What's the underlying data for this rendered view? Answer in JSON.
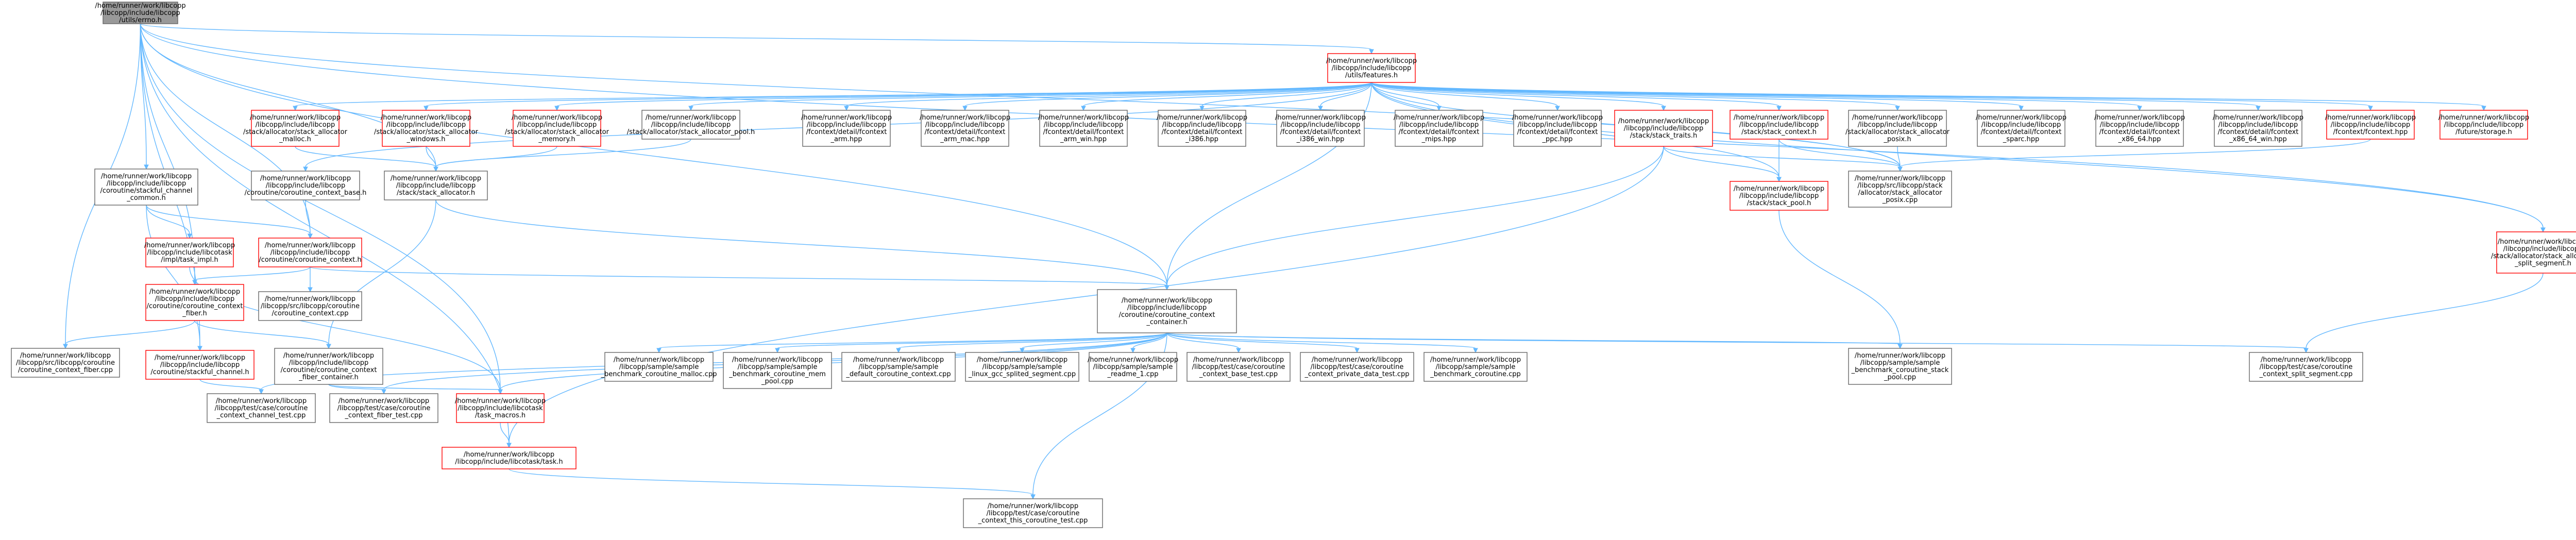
{
  "diagram": {
    "type": "include-dependency-graph",
    "colors": {
      "edge": "#63b8ff",
      "node_border": "#666666",
      "node_border_incomplete": "#ff0000",
      "root_fill": "#999999",
      "node_fill": "#ffffff"
    },
    "nodes": [
      {
        "id": "n0",
        "lines": [
          "/home/runner/work/libcopp",
          "/libcopp/include/libcopp",
          "/utils/errno.h"
        ],
        "style": "root"
      },
      {
        "id": "n1",
        "lines": [
          "/home/runner/work/libcopp",
          "/libcopp/include/libcopp",
          "/utils/features.h"
        ],
        "style": "red"
      },
      {
        "id": "n2",
        "lines": [
          "/home/runner/work/libcopp",
          "/libcopp/include/libcopp",
          "/stack/allocator/stack_allocator",
          "_malloc.h"
        ],
        "style": "red"
      },
      {
        "id": "n3",
        "lines": [
          "/home/runner/work/libcopp",
          "/libcopp/include/libcopp",
          "/stack/allocator/stack_allocator",
          "_windows.h"
        ],
        "style": "red"
      },
      {
        "id": "n4",
        "lines": [
          "/home/runner/work/libcopp",
          "/libcopp/include/libcopp",
          "/stack/allocator/stack_allocator",
          "_memory.h"
        ],
        "style": "red"
      },
      {
        "id": "n5",
        "lines": [
          "/home/runner/work/libcopp",
          "/libcopp/include/libcopp",
          "/stack/allocator/stack_allocator_pool.h"
        ],
        "style": "normal"
      },
      {
        "id": "n6",
        "lines": [
          "/home/runner/work/libcopp",
          "/libcopp/include/libcopp",
          "/fcontext/detail/fcontext",
          "_arm.hpp"
        ],
        "style": "normal"
      },
      {
        "id": "n7",
        "lines": [
          "/home/runner/work/libcopp",
          "/libcopp/include/libcopp",
          "/fcontext/detail/fcontext",
          "_arm_mac.hpp"
        ],
        "style": "normal"
      },
      {
        "id": "n8",
        "lines": [
          "/home/runner/work/libcopp",
          "/libcopp/include/libcopp",
          "/fcontext/detail/fcontext",
          "_arm_win.hpp"
        ],
        "style": "normal"
      },
      {
        "id": "n9",
        "lines": [
          "/home/runner/work/libcopp",
          "/libcopp/include/libcopp",
          "/fcontext/detail/fcontext",
          "_i386.hpp"
        ],
        "style": "normal"
      },
      {
        "id": "n10",
        "lines": [
          "/home/runner/work/libcopp",
          "/libcopp/include/libcopp",
          "/fcontext/detail/fcontext",
          "_i386_win.hpp"
        ],
        "style": "normal"
      },
      {
        "id": "n11",
        "lines": [
          "/home/runner/work/libcopp",
          "/libcopp/include/libcopp",
          "/fcontext/detail/fcontext",
          "_mips.hpp"
        ],
        "style": "normal"
      },
      {
        "id": "n12",
        "lines": [
          "/home/runner/work/libcopp",
          "/libcopp/include/libcopp",
          "/fcontext/detail/fcontext",
          "_ppc.hpp"
        ],
        "style": "normal"
      },
      {
        "id": "n13",
        "lines": [
          "/home/runner/work/libcopp",
          "/libcopp/include/libcopp",
          "/stack/stack_traits.h"
        ],
        "style": "red"
      },
      {
        "id": "n14",
        "lines": [
          "/home/runner/work/libcopp",
          "/libcopp/include/libcopp",
          "/stack/stack_context.h"
        ],
        "style": "red"
      },
      {
        "id": "n15",
        "lines": [
          "/home/runner/work/libcopp",
          "/libcopp/include/libcopp",
          "/stack/allocator/stack_allocator",
          "_posix.h"
        ],
        "style": "normal"
      },
      {
        "id": "n16",
        "lines": [
          "/home/runner/work/libcopp",
          "/libcopp/include/libcopp",
          "/fcontext/detail/fcontext",
          "_sparc.hpp"
        ],
        "style": "normal"
      },
      {
        "id": "n17",
        "lines": [
          "/home/runner/work/libcopp",
          "/libcopp/include/libcopp",
          "/fcontext/detail/fcontext",
          "_x86_64.hpp"
        ],
        "style": "normal"
      },
      {
        "id": "n18",
        "lines": [
          "/home/runner/work/libcopp",
          "/libcopp/include/libcopp",
          "/fcontext/detail/fcontext",
          "_x86_64_win.hpp"
        ],
        "style": "normal"
      },
      {
        "id": "n19",
        "lines": [
          "/home/runner/work/libcopp",
          "/libcopp/include/libcopp",
          "/fcontext/fcontext.hpp"
        ],
        "style": "red"
      },
      {
        "id": "n20",
        "lines": [
          "/home/runner/work/libcopp",
          "/libcopp/include/libcopp",
          "/future/storage.h"
        ],
        "style": "red"
      },
      {
        "id": "n21",
        "lines": [
          "/home/runner/work/libcopp",
          "/libcopp/include/libcopp",
          "/coroutine/stackful_channel",
          "_common.h"
        ],
        "style": "normal"
      },
      {
        "id": "n22",
        "lines": [
          "/home/runner/work/libcopp",
          "/libcopp/include/libcopp",
          "/coroutine/coroutine_context_base.h"
        ],
        "style": "normal"
      },
      {
        "id": "n23",
        "lines": [
          "/home/runner/work/libcopp",
          "/libcopp/include/libcopp",
          "/stack/stack_allocator.h"
        ],
        "style": "normal"
      },
      {
        "id": "n24",
        "lines": [
          "/home/runner/work/libcopp",
          "/libcopp/src/libcopp/stack",
          "/allocator/stack_allocator",
          "_posix.cpp"
        ],
        "style": "normal"
      },
      {
        "id": "n25",
        "lines": [
          "/home/runner/work/libcopp",
          "/libcopp/include/libcopp",
          "/stack/stack_pool.h"
        ],
        "style": "red"
      },
      {
        "id": "n26",
        "lines": [
          "/home/runner/work/libcopp",
          "/libcopp/include/libcopp",
          "/stack/allocator/stack_allocator",
          "_split_segment.h"
        ],
        "style": "red"
      },
      {
        "id": "n27",
        "lines": [
          "/home/runner/work/libcopp",
          "/libcopp/include/libcotask",
          "/impl/task_impl.h"
        ],
        "style": "red"
      },
      {
        "id": "n28",
        "lines": [
          "/home/runner/work/libcopp",
          "/libcopp/include/libcopp",
          "/coroutine/coroutine_context.h"
        ],
        "style": "red"
      },
      {
        "id": "n29",
        "lines": [
          "/home/runner/work/libcopp",
          "/libcopp/include/libcopp",
          "/coroutine/coroutine_context",
          "_fiber.h"
        ],
        "style": "red"
      },
      {
        "id": "n30",
        "lines": [
          "/home/runner/work/libcopp",
          "/libcopp/src/libcopp/coroutine",
          "/coroutine_context.cpp"
        ],
        "style": "normal"
      },
      {
        "id": "n31",
        "lines": [
          "/home/runner/work/libcopp",
          "/libcopp/include/libcopp",
          "/coroutine/coroutine_context",
          "_container.h"
        ],
        "style": "normal"
      },
      {
        "id": "n32",
        "lines": [
          "/home/runner/work/libcopp",
          "/libcopp/src/libcopp/coroutine",
          "/coroutine_context_fiber.cpp"
        ],
        "style": "normal"
      },
      {
        "id": "n33",
        "lines": [
          "/home/runner/work/libcopp",
          "/libcopp/include/libcopp",
          "/coroutine/stackful_channel.h"
        ],
        "style": "red"
      },
      {
        "id": "n34",
        "lines": [
          "/home/runner/work/libcopp",
          "/libcopp/include/libcopp",
          "/coroutine/coroutine_context",
          "_fiber_container.h"
        ],
        "style": "normal"
      },
      {
        "id": "n35",
        "lines": [
          "/home/runner/work/libcopp",
          "/libcopp/sample/sample",
          "_benchmark_coroutine_malloc.cpp"
        ],
        "style": "normal"
      },
      {
        "id": "n36",
        "lines": [
          "/home/runner/work/libcopp",
          "/libcopp/sample/sample",
          "_benchmark_coroutine_mem",
          "_pool.cpp"
        ],
        "style": "normal"
      },
      {
        "id": "n37",
        "lines": [
          "/home/runner/work/libcopp",
          "/libcopp/sample/sample",
          "_default_coroutine_context.cpp"
        ],
        "style": "normal"
      },
      {
        "id": "n38",
        "lines": [
          "/home/runner/work/libcopp",
          "/libcopp/sample/sample",
          "_linux_gcc_splited_segment.cpp"
        ],
        "style": "normal"
      },
      {
        "id": "n39",
        "lines": [
          "/home/runner/work/libcopp",
          "/libcopp/sample/sample",
          "_readme_1.cpp"
        ],
        "style": "normal"
      },
      {
        "id": "n40",
        "lines": [
          "/home/runner/work/libcopp",
          "/libcopp/test/case/coroutine",
          "_context_base_test.cpp"
        ],
        "style": "normal"
      },
      {
        "id": "n41",
        "lines": [
          "/home/runner/work/libcopp",
          "/libcopp/test/case/coroutine",
          "_context_private_data_test.cpp"
        ],
        "style": "normal"
      },
      {
        "id": "n42",
        "lines": [
          "/home/runner/work/libcopp",
          "/libcopp/sample/sample",
          "_benchmark_coroutine.cpp"
        ],
        "style": "normal"
      },
      {
        "id": "n43",
        "lines": [
          "/home/runner/work/libcopp",
          "/libcopp/sample/sample",
          "_benchmark_coroutine_stack",
          "_pool.cpp"
        ],
        "style": "normal"
      },
      {
        "id": "n44",
        "lines": [
          "/home/runner/work/libcopp",
          "/libcopp/test/case/coroutine",
          "_context_split_segment.cpp"
        ],
        "style": "normal"
      },
      {
        "id": "n45",
        "lines": [
          "/home/runner/work/libcopp",
          "/libcopp/test/case/coroutine",
          "_context_channel_test.cpp"
        ],
        "style": "normal"
      },
      {
        "id": "n46",
        "lines": [
          "/home/runner/work/libcopp",
          "/libcopp/test/case/coroutine",
          "_context_fiber_test.cpp"
        ],
        "style": "normal"
      },
      {
        "id": "n47",
        "lines": [
          "/home/runner/work/libcopp",
          "/libcopp/include/libcotask",
          "/task_macros.h"
        ],
        "style": "red"
      },
      {
        "id": "n48",
        "lines": [
          "/home/runner/work/libcopp",
          "/libcopp/include/libcotask/task.h"
        ],
        "style": "red"
      },
      {
        "id": "n49",
        "lines": [
          "/home/runner/work/libcopp",
          "/libcopp/test/case/coroutine",
          "_context_this_coroutine_test.cpp"
        ],
        "style": "normal"
      }
    ],
    "edges": [
      [
        "n0",
        "n1"
      ],
      [
        "n0",
        "n21"
      ],
      [
        "n0",
        "n28"
      ],
      [
        "n0",
        "n29"
      ],
      [
        "n0",
        "n33"
      ],
      [
        "n0",
        "n31"
      ],
      [
        "n0",
        "n47"
      ],
      [
        "n0",
        "n48"
      ],
      [
        "n0",
        "n23"
      ],
      [
        "n0",
        "n32"
      ],
      [
        "n0",
        "n26"
      ],
      [
        "n0",
        "n24"
      ],
      [
        "n1",
        "n2"
      ],
      [
        "n1",
        "n3"
      ],
      [
        "n1",
        "n4"
      ],
      [
        "n1",
        "n5"
      ],
      [
        "n1",
        "n6"
      ],
      [
        "n1",
        "n7"
      ],
      [
        "n1",
        "n8"
      ],
      [
        "n1",
        "n9"
      ],
      [
        "n1",
        "n10"
      ],
      [
        "n1",
        "n11"
      ],
      [
        "n1",
        "n12"
      ],
      [
        "n1",
        "n13"
      ],
      [
        "n1",
        "n14"
      ],
      [
        "n1",
        "n15"
      ],
      [
        "n1",
        "n16"
      ],
      [
        "n1",
        "n17"
      ],
      [
        "n1",
        "n18"
      ],
      [
        "n1",
        "n19"
      ],
      [
        "n1",
        "n20"
      ],
      [
        "n1",
        "n22"
      ],
      [
        "n1",
        "n31"
      ],
      [
        "n1",
        "n24"
      ],
      [
        "n1",
        "n26"
      ],
      [
        "n1",
        "n25"
      ],
      [
        "n2",
        "n23"
      ],
      [
        "n3",
        "n23"
      ],
      [
        "n4",
        "n23"
      ],
      [
        "n5",
        "n23"
      ],
      [
        "n13",
        "n25"
      ],
      [
        "n13",
        "n24"
      ],
      [
        "n13",
        "n31"
      ],
      [
        "n13",
        "n48"
      ],
      [
        "n14",
        "n25"
      ],
      [
        "n14",
        "n24"
      ],
      [
        "n15",
        "n24"
      ],
      [
        "n19",
        "n24"
      ],
      [
        "n21",
        "n27"
      ],
      [
        "n21",
        "n28"
      ],
      [
        "n21",
        "n33"
      ],
      [
        "n22",
        "n28"
      ],
      [
        "n23",
        "n31"
      ],
      [
        "n23",
        "n34"
      ],
      [
        "n25",
        "n43"
      ],
      [
        "n26",
        "n44"
      ],
      [
        "n27",
        "n47"
      ],
      [
        "n28",
        "n29"
      ],
      [
        "n28",
        "n30"
      ],
      [
        "n28",
        "n31"
      ],
      [
        "n29",
        "n32"
      ],
      [
        "n29",
        "n34"
      ],
      [
        "n31",
        "n35"
      ],
      [
        "n31",
        "n36"
      ],
      [
        "n31",
        "n37"
      ],
      [
        "n31",
        "n38"
      ],
      [
        "n31",
        "n39"
      ],
      [
        "n31",
        "n40"
      ],
      [
        "n31",
        "n41"
      ],
      [
        "n31",
        "n42"
      ],
      [
        "n31",
        "n43"
      ],
      [
        "n31",
        "n44"
      ],
      [
        "n31",
        "n45"
      ],
      [
        "n31",
        "n46"
      ],
      [
        "n31",
        "n47"
      ],
      [
        "n31",
        "n49"
      ],
      [
        "n33",
        "n45"
      ],
      [
        "n34",
        "n46"
      ],
      [
        "n34",
        "n47"
      ],
      [
        "n47",
        "n48"
      ],
      [
        "n48",
        "n49"
      ]
    ]
  }
}
